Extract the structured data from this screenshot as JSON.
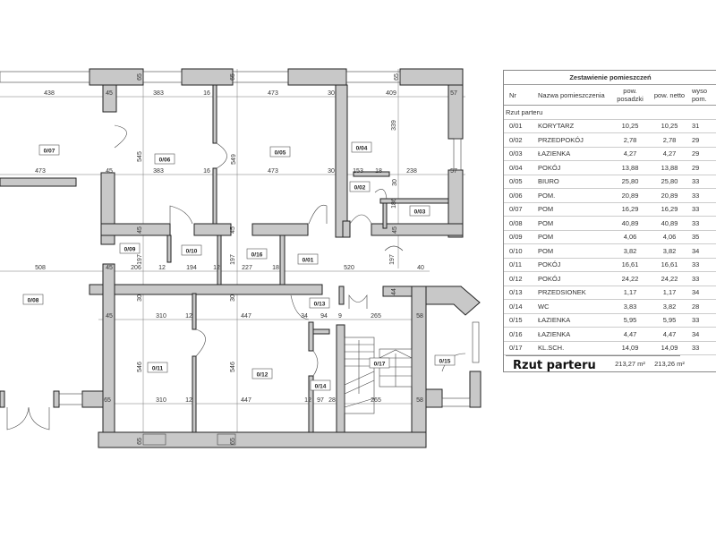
{
  "plan": {
    "rooms": [
      "0/07",
      "0/06",
      "0/05",
      "0/04",
      "0/02",
      "0/03",
      "0/09",
      "0/10",
      "0/16",
      "0/01",
      "0/08",
      "0/13",
      "0/11",
      "0/12",
      "0/14",
      "0/17",
      "0/15"
    ],
    "dims_h": [
      "438",
      "45",
      "383",
      "16",
      "473",
      "30",
      "409",
      "57",
      "473",
      "45",
      "383",
      "16",
      "473",
      "30",
      "153",
      "18",
      "238",
      "57",
      "508",
      "45",
      "206",
      "12",
      "194",
      "12",
      "227",
      "18",
      "520",
      "40",
      "45",
      "310",
      "12",
      "447",
      "34",
      "94",
      "9",
      "265",
      "58",
      "65",
      "310",
      "12",
      "447",
      "12",
      "97",
      "28",
      "265",
      "58"
    ],
    "dims_v": [
      "65",
      "65",
      "65",
      "545",
      "549",
      "339",
      "30",
      "186",
      "45",
      "45",
      "45",
      "197",
      "197",
      "197",
      "30",
      "30",
      "44",
      "546",
      "546",
      "65",
      "65"
    ]
  },
  "table": {
    "title": "Zestawienie pomieszczeń",
    "headers": {
      "nr": "Nr",
      "name": "Nazwa pomieszczenia",
      "floor": "pow. posadzki",
      "net": "pow. netto",
      "height": "wyso pom."
    },
    "section": "Rzut parteru",
    "rows": [
      {
        "nr": "0/01",
        "name": "KORYTARZ",
        "floor": "10,25",
        "net": "10,25",
        "height": "31"
      },
      {
        "nr": "0/02",
        "name": "PRZEDPOKÓJ",
        "floor": "2,78",
        "net": "2,78",
        "height": "29"
      },
      {
        "nr": "0/03",
        "name": "ŁAZIENKA",
        "floor": "4,27",
        "net": "4,27",
        "height": "29"
      },
      {
        "nr": "0/04",
        "name": "POKÓJ",
        "floor": "13,88",
        "net": "13,88",
        "height": "29"
      },
      {
        "nr": "0/05",
        "name": "BIURO",
        "floor": "25,80",
        "net": "25,80",
        "height": "33"
      },
      {
        "nr": "0/06",
        "name": "POM.",
        "floor": "20,89",
        "net": "20,89",
        "height": "33"
      },
      {
        "nr": "0/07",
        "name": "POM",
        "floor": "16,29",
        "net": "16,29",
        "height": "33"
      },
      {
        "nr": "0/08",
        "name": "POM",
        "floor": "40,89",
        "net": "40,89",
        "height": "33"
      },
      {
        "nr": "0/09",
        "name": "POM",
        "floor": "4,06",
        "net": "4,06",
        "height": "35"
      },
      {
        "nr": "0/10",
        "name": "POM",
        "floor": "3,82",
        "net": "3,82",
        "height": "34"
      },
      {
        "nr": "0/11",
        "name": "POKÓJ",
        "floor": "16,61",
        "net": "16,61",
        "height": "33"
      },
      {
        "nr": "0/12",
        "name": "POKÓJ",
        "floor": "24,22",
        "net": "24,22",
        "height": "33"
      },
      {
        "nr": "0/13",
        "name": "PRZEDSIONEK",
        "floor": "1,17",
        "net": "1,17",
        "height": "34"
      },
      {
        "nr": "0/14",
        "name": "WC",
        "floor": "3,83",
        "net": "3,82",
        "height": "28"
      },
      {
        "nr": "0/15",
        "name": "ŁAZIENKA",
        "floor": "5,95",
        "net": "5,95",
        "height": "33"
      },
      {
        "nr": "0/16",
        "name": "ŁAZIENKA",
        "floor": "4,47",
        "net": "4,47",
        "height": "34"
      },
      {
        "nr": "0/17",
        "name": "KL.SCH.",
        "floor": "14,09",
        "net": "14,09",
        "height": "33"
      }
    ],
    "totals": {
      "floor": "213,27 m²",
      "net": "213,26 m²"
    }
  },
  "caption": "Rzut parteru"
}
